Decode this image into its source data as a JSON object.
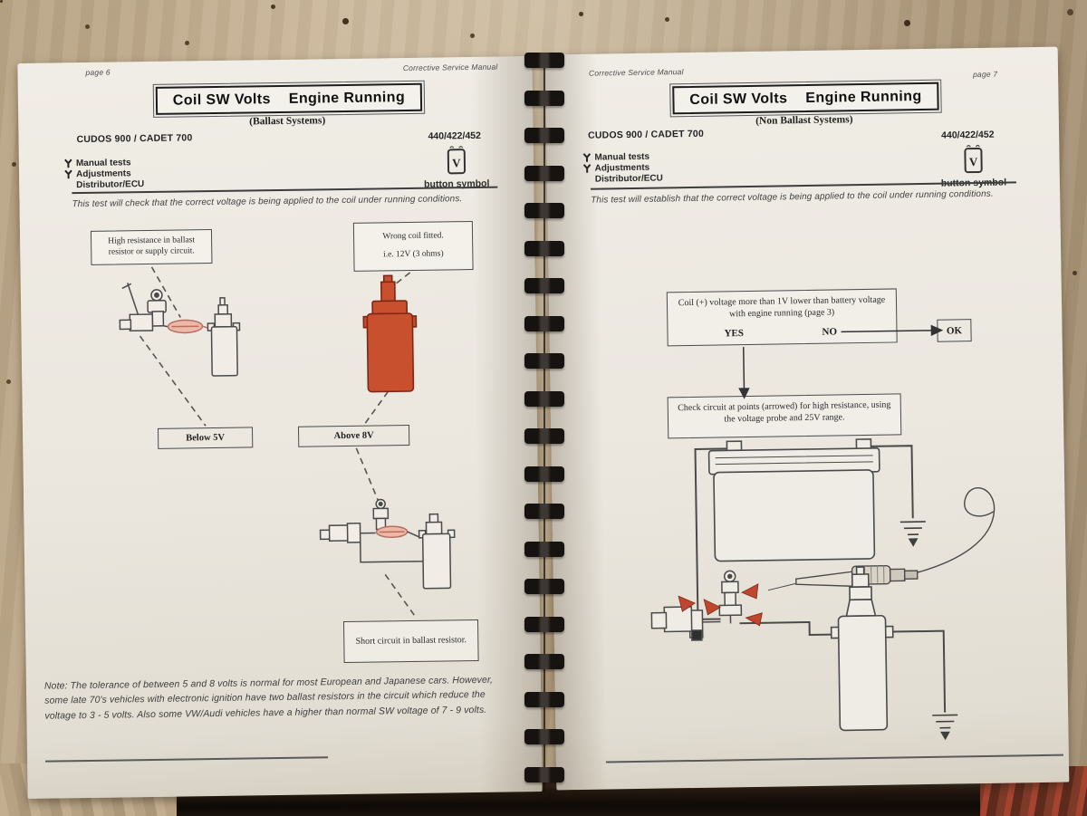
{
  "photo": {
    "description": "Spiral-bound Corrective Service Manual lying open on a wooden table",
    "binding": {
      "clip_count": 20
    }
  },
  "manual": {
    "left_page": {
      "page_label": "page 6",
      "running_header": "Corrective Service Manual",
      "title_left": "Coil SW Volts",
      "title_right": "Engine Running",
      "system_subtitle": "(Ballast Systems)",
      "models": "CUDOS 900 / CADET 700",
      "tester_codes": "440/422/452",
      "button_symbol": {
        "letter": "V",
        "caption": "button symbol"
      },
      "menu_items": [
        "Manual tests",
        "Adjustments",
        "Distributor/ECU"
      ],
      "intro": "This test will check that the correct voltage is being applied to the coil under running conditions.",
      "callouts": {
        "high_resistance": "High resistance in ballast resistor or supply circuit.",
        "wrong_coil_line1": "Wrong coil fitted.",
        "wrong_coil_line2": "i.e. 12V (3 ohms)",
        "below": "Below 5V",
        "above": "Above 8V",
        "short_circuit": "Short circuit in ballast resistor."
      },
      "note": "Note: The tolerance of between 5 and 8 volts is normal for most European and Japanese cars. However, some late 70's vehicles with electronic ignition have two ballast resistors in the circuit which reduce the voltage to 3 - 5 volts. Also some VW/Audi vehicles have a higher than normal SW voltage of 7 - 9 volts."
    },
    "right_page": {
      "page_label": "page 7",
      "running_header": "Corrective Service Manual",
      "title_left": "Coil SW Volts",
      "title_right": "Engine Running",
      "system_subtitle": "(Non Ballast Systems)",
      "models": "CUDOS 900 / CADET 700",
      "tester_codes": "440/422/452",
      "button_symbol": {
        "letter": "V",
        "caption": "button symbol"
      },
      "menu_items": [
        "Manual tests",
        "Adjustments",
        "Distributor/ECU"
      ],
      "intro": "This test will establish that the correct voltage is being applied to the coil under running conditions.",
      "flowchart": {
        "decision": "Coil (+) voltage more than 1V lower than battery voltage with engine running (page 3)",
        "yes": "YES",
        "no": "NO",
        "ok": "OK",
        "action": "Check circuit at points (arrowed) for high resistance, using the voltage probe and 25V range."
      }
    },
    "colors": {
      "red_coil": "#c9502f",
      "pink_resistor": "#efb7a7",
      "arrow_red": "#bf4730",
      "ink": "#2b2b2b"
    }
  }
}
